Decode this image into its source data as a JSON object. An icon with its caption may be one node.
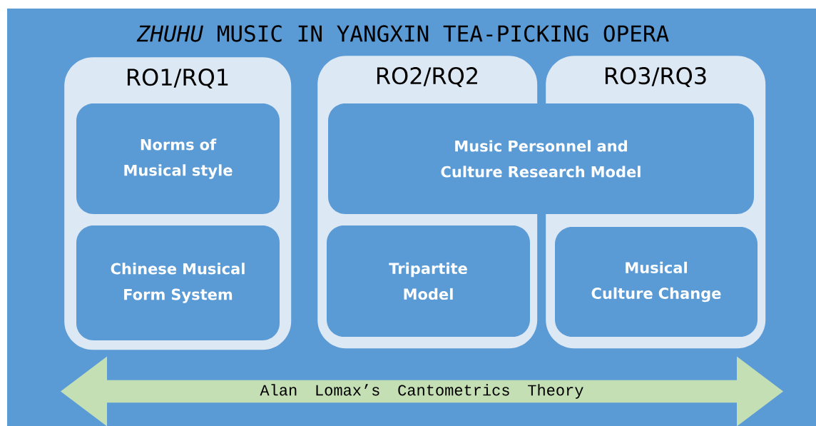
{
  "diagram": {
    "title": "*ZHUHU* MUSIC IN YANGXIN TEA-PICKING OPERA",
    "nodes": [
      {
        "text": [
          "RO1/RQ1"
        ]
      },
      {
        "text": [
          "Norms of Musical style"
        ],
        "in": 0
      },
      {
        "text": [
          "Chinese Musical Form System"
        ],
        "in": 0
      },
      {
        "text": [
          "RO2/RQ2"
        ]
      },
      {
        "text": [
          "RO3/RQ3"
        ]
      },
      {
        "text": [
          "Music Personnel and Culture Research Model"
        ]
      },
      {
        "text": [
          "Tripartite Model"
        ],
        "in": 3
      },
      {
        "text": [
          "Musical Culture Change"
        ],
        "in": 4
      },
      {
        "text": [
          "Alan Lomax’s Cantometrics Theory"
        ]
      }
    ]
  }
}
